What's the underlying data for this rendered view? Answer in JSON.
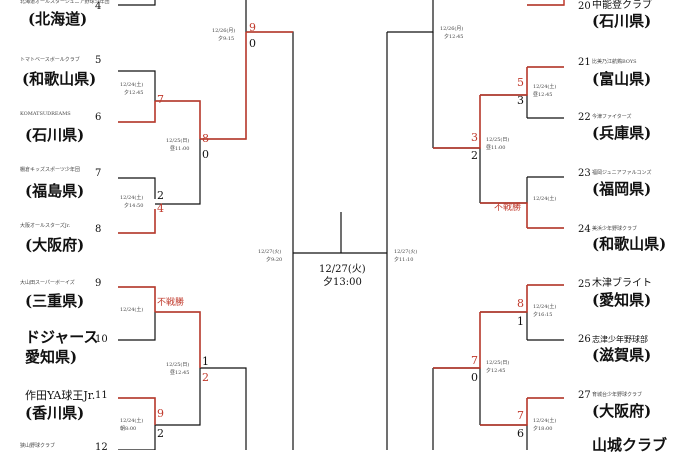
{
  "colors": {
    "line": "#111111",
    "winner": "#c0392b"
  },
  "final": {
    "date": "12/27(火)",
    "time": "夕13:00"
  },
  "left_teams": [
    {
      "id": "seed4",
      "seed": "4",
      "name": "",
      "pref": "(北海道)"
    },
    {
      "id": "seed5",
      "seed": "5",
      "name": "トマトベースボールクラブ",
      "pref": "(和歌山県)"
    },
    {
      "id": "seed6",
      "seed": "6",
      "name": "KOMATSUDREAMS",
      "pref": "(石川県)"
    },
    {
      "id": "seed7",
      "seed": "7",
      "name": "棚倉キッズスポーツ少年団",
      "pref": "(福島県)"
    },
    {
      "id": "seed8",
      "seed": "8",
      "name": "大阪オールスターズJr.",
      "pref": "(大阪府)"
    },
    {
      "id": "seed9",
      "seed": "9",
      "name": "大山田スーパーボーイズ",
      "pref": "(三重県)"
    },
    {
      "id": "seed10",
      "seed": "10",
      "name": "ドジャース",
      "pref": "愛知県)"
    },
    {
      "id": "seed11",
      "seed": "11",
      "name": "作田YA球王Jr.",
      "pref": "(香川県)"
    }
  ],
  "right_teams": [
    {
      "id": "seed20",
      "seed": "20",
      "name": "中能登クラブ",
      "pref": "(石川県)"
    },
    {
      "id": "seed21",
      "seed": "21",
      "name": "比美乃江航鶏BOYS",
      "pref": "(富山県)"
    },
    {
      "id": "seed22",
      "seed": "22",
      "name": "今津ファイターズ",
      "pref": "(兵庫県)"
    },
    {
      "id": "seed23",
      "seed": "23",
      "name": "福岡ジュニアファルコンズ",
      "pref": "(福岡県)"
    },
    {
      "id": "seed24",
      "seed": "24",
      "name": "美浜少年野球クラブ",
      "pref": "(和歌山県)"
    },
    {
      "id": "seed25",
      "seed": "25",
      "name": "木津ブライト",
      "pref": "(愛知県)"
    },
    {
      "id": "seed26",
      "seed": "26",
      "name": "志津少年野球部",
      "pref": "(滋賀県)"
    },
    {
      "id": "seed27",
      "seed": "27",
      "name": "育城台少年野球クラブ",
      "pref": "(大阪府)"
    }
  ],
  "partial": {
    "seed12_name": "狭山野球クラブ",
    "seed12_seed": "12",
    "seed28_name": "山城クラブ"
  },
  "matches": [
    {
      "id": "lr1a",
      "date": "12/24(土)",
      "time": "夕12:45",
      "top": "",
      "bottom": "7"
    },
    {
      "id": "lr1b",
      "date": "12/24(土)",
      "time": "夕14:50",
      "top": "2",
      "bottom": "4"
    },
    {
      "id": "lr1c",
      "date": "12/24(土)",
      "time": "",
      "top": "不戦勝",
      "bottom": ""
    },
    {
      "id": "lr1d",
      "date": "12/24(土)",
      "time": "朝8:00",
      "top": "9",
      "bottom": "2"
    },
    {
      "id": "lr2a",
      "date": "12/25(日)",
      "time": "昼11:00",
      "top": "8",
      "bottom": "0"
    },
    {
      "id": "lr2b",
      "date": "12/25(日)",
      "time": "昼12:45",
      "top": "1",
      "bottom": "2"
    },
    {
      "id": "lr3a",
      "date": "12/26(月)",
      "time": "夕9:15",
      "top": "9",
      "bottom": "0"
    },
    {
      "id": "lsf",
      "date": "12/27(火)",
      "time": "夕9:20",
      "top": "",
      "bottom": ""
    },
    {
      "id": "rr1a",
      "date": "12/24(土)",
      "time": "昼12:45",
      "top": "5",
      "bottom": "3"
    },
    {
      "id": "rr1b",
      "date": "12/24(土)",
      "time": "",
      "top": "不戦勝",
      "bottom": ""
    },
    {
      "id": "rr1c",
      "date": "12/24(土)",
      "time": "夕16:15",
      "top": "8",
      "bottom": "1"
    },
    {
      "id": "rr1d",
      "date": "12/24(土)",
      "time": "夕18:00",
      "top": "7",
      "bottom": "6"
    },
    {
      "id": "rr2a",
      "date": "12/25(日)",
      "time": "昼11:00",
      "top": "3",
      "bottom": "2"
    },
    {
      "id": "rr2b",
      "date": "12/25(日)",
      "time": "夕12:45",
      "top": "7",
      "bottom": "0"
    },
    {
      "id": "rr3a",
      "date": "12/26(月)",
      "time": "夕12:45",
      "top": "",
      "bottom": ""
    },
    {
      "id": "rsf",
      "date": "12/27(火)",
      "time": "夕11:10",
      "top": "",
      "bottom": ""
    }
  ],
  "top_small_note": "北海道オールスタージュニア野球少年団"
}
